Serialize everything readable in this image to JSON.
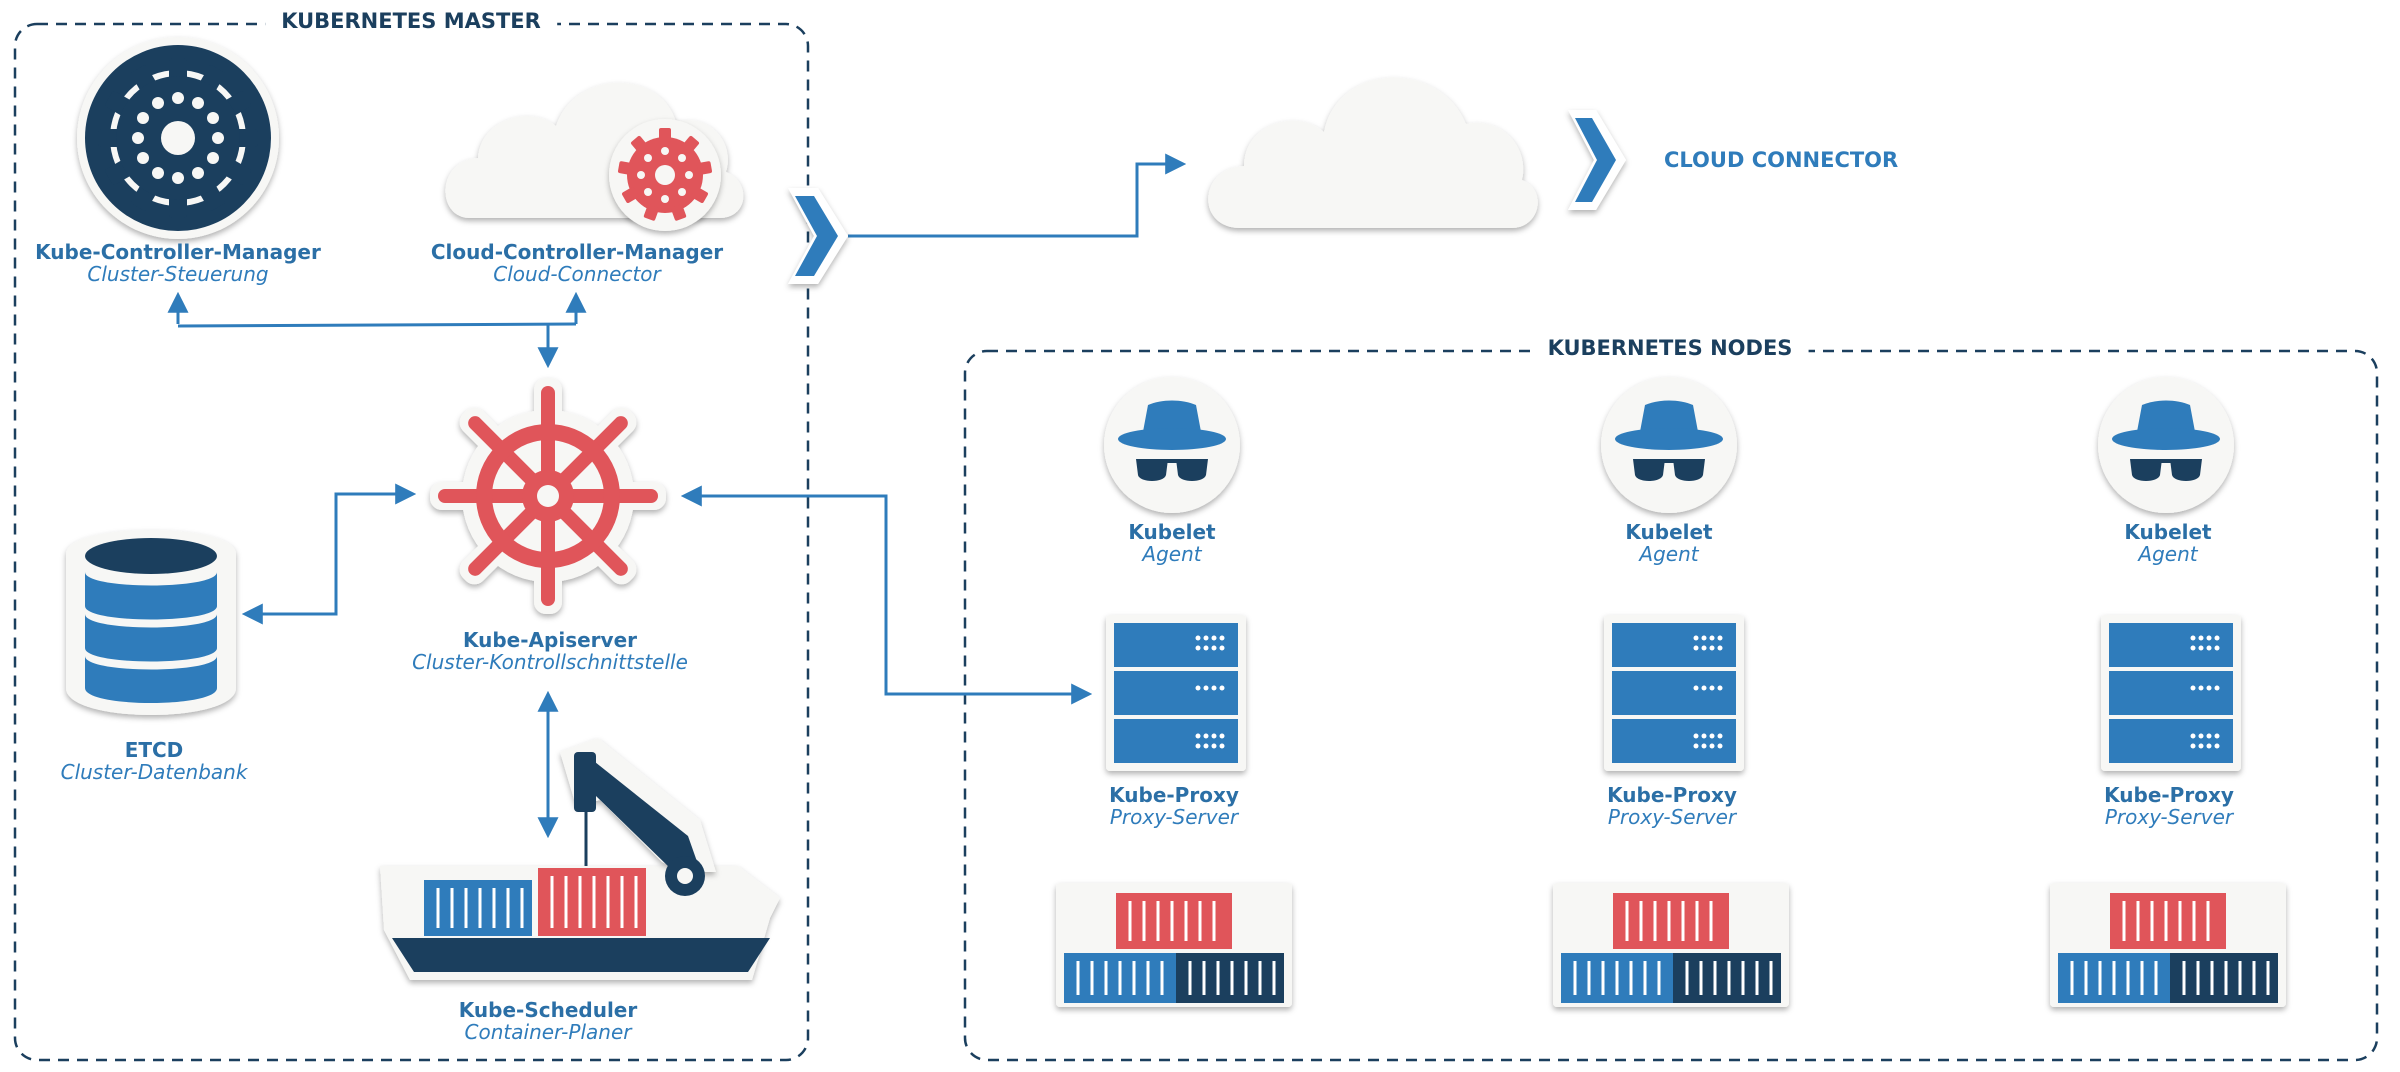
{
  "master": {
    "title": "KUBERNETES MASTER",
    "controller_manager": {
      "title": "Kube-Controller-Manager",
      "subtitle": "Cluster-Steuerung"
    },
    "cloud_controller_manager": {
      "title": "Cloud-Controller-Manager",
      "subtitle": "Cloud-Connector"
    },
    "apiserver": {
      "title": "Kube-Apiserver",
      "subtitle": "Cluster-Kontrollschnittstelle"
    },
    "etcd": {
      "title": "ETCD",
      "subtitle": "Cluster-Datenbank"
    },
    "scheduler": {
      "title": "Kube-Scheduler",
      "subtitle": "Container-Planer"
    }
  },
  "cloud": {
    "title": "CLOUD CONNECTOR"
  },
  "nodes": {
    "title": "KUBERNETES NODES",
    "items": [
      {
        "kubelet_title": "Kubelet",
        "kubelet_subtitle": "Agent",
        "proxy_title": "Kube-Proxy",
        "proxy_subtitle": "Proxy-Server"
      },
      {
        "kubelet_title": "Kubelet",
        "kubelet_subtitle": "Agent",
        "proxy_title": "Kube-Proxy",
        "proxy_subtitle": "Proxy-Server"
      },
      {
        "kubelet_title": "Kubelet",
        "kubelet_subtitle": "Agent",
        "proxy_title": "Kube-Proxy",
        "proxy_subtitle": "Proxy-Server"
      }
    ]
  },
  "colors": {
    "navy": "#1b3f5e",
    "blue": "#2f7cbb",
    "red": "#e0555a",
    "paper": "#f7f7f5"
  }
}
